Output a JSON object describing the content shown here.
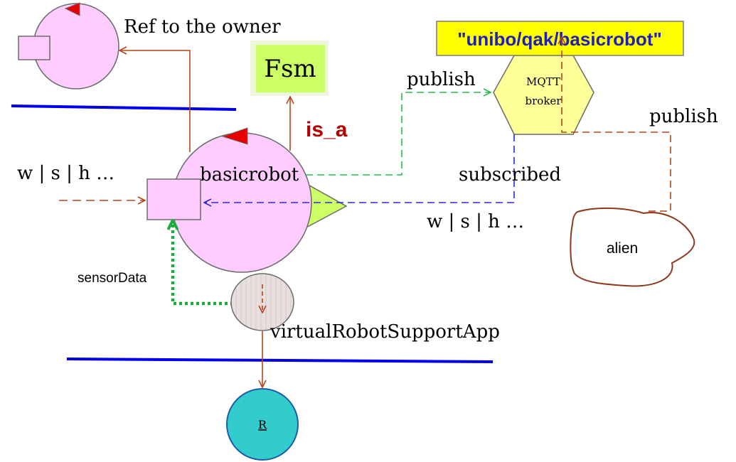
{
  "labels": {
    "ref_owner": "Ref to the owner",
    "fsm": "Fsm",
    "is_a": "is_a",
    "topic": "\"unibo/qak/basicrobot\"",
    "publish_left": "publish",
    "mqtt": "MQTT",
    "broker": "broker",
    "publish_right": "publish",
    "basicrobot": "basicrobot",
    "subscribed": "subscribed",
    "commands_left": "w | s | h …",
    "commands_right": "w | s | h …",
    "alien": "alien",
    "sensor_data": "sensorData",
    "virtual_app": "virtualRobotSupportApp",
    "robot_r": "R"
  },
  "colors": {
    "actor_pink": "#ffccff",
    "actor_stroke": "#6b6b6b",
    "dispatch_red": "#e60000",
    "fsm_green": "#ccff66",
    "triangle_green": "#ccff66",
    "broker_yellow": "#ffff99",
    "topic_yellow": "#ffff00",
    "topic_text": "#1f1fb4",
    "arrow_brown": "#b5451b",
    "green_dashed": "#2db84d",
    "blue_dashed": "#2a2ad6",
    "separator_blue": "#0000ee",
    "is_a_red": "#b30000",
    "sensor_green": "#1eaa3c",
    "robot_cyan": "#33cccc",
    "robot_stroke": "#1c5ca8",
    "support_gray": "#e6dada"
  },
  "icons": [
    "actor-circle-icon",
    "mailbox-icon",
    "dispatcher-triangle-icon",
    "hexagon-broker-icon",
    "robot-circle-icon"
  ]
}
